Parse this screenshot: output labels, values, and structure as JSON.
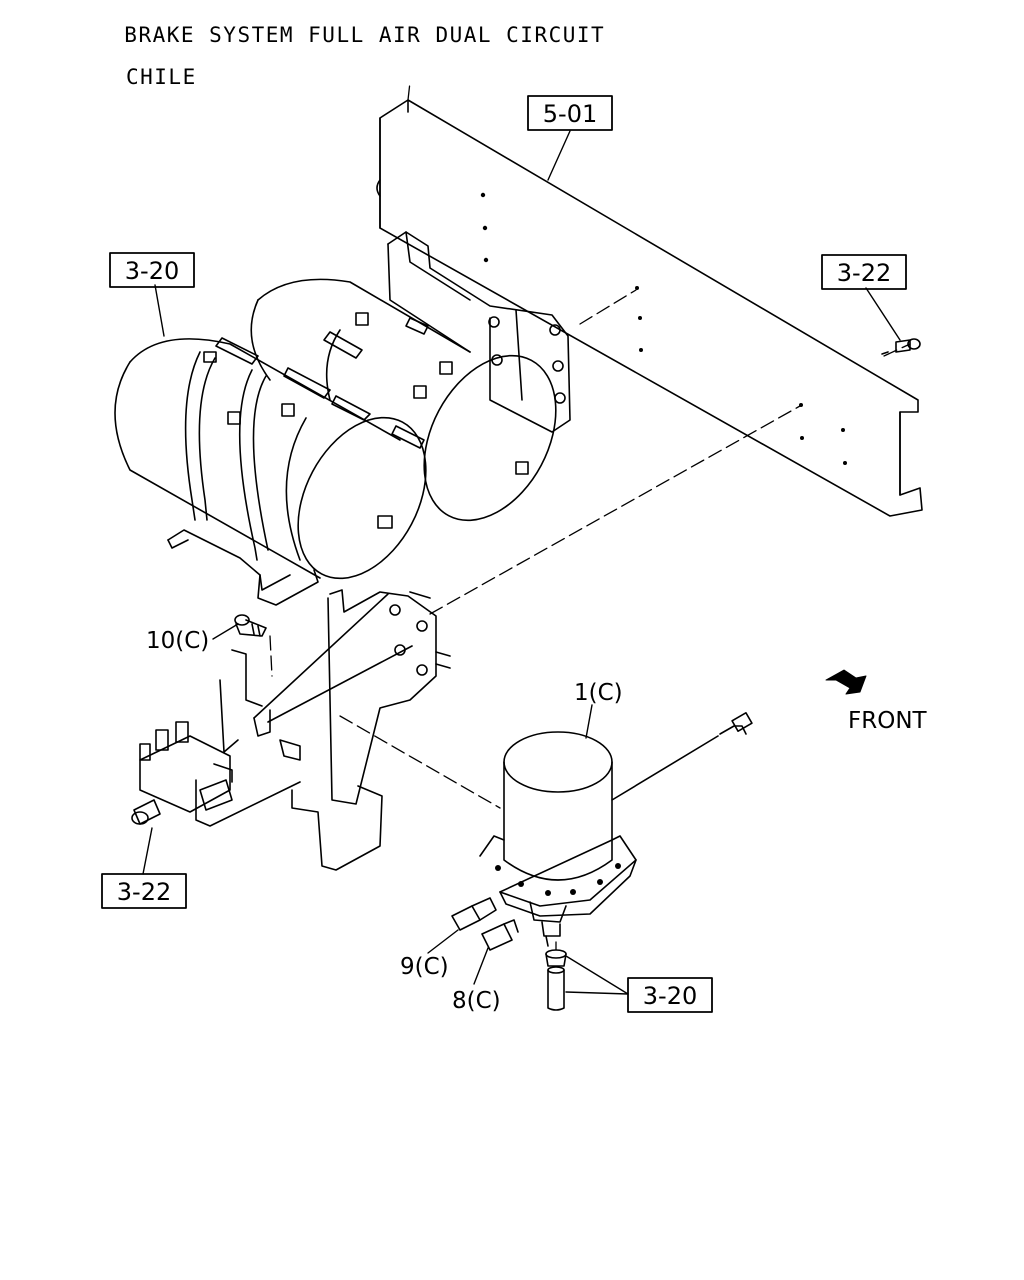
{
  "title": {
    "line1": "BRAKE SYSTEM FULL AIR DUAL CIRCUIT",
    "line2": "CHILE"
  },
  "references": {
    "frame": "5-01",
    "tanks": "3-20",
    "bolt_top": "3-22",
    "valve": "3-22",
    "fitting": "3-20"
  },
  "parts": {
    "dryer": "1(C)",
    "bolt": "10(C)",
    "connector_9": "9(C)",
    "connector_8": "8(C)"
  },
  "direction": {
    "label": "FRONT",
    "icon": "arrow-front-icon"
  }
}
